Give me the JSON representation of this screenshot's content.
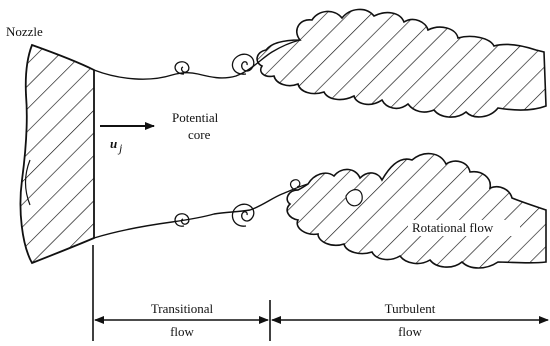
{
  "diagram": {
    "labels": {
      "nozzle": "Nozzle",
      "velocity": "u",
      "velocity_subscript": "j",
      "potential_core_line1": "Potential",
      "potential_core_line2": "core",
      "rotational_flow": "Rotational flow",
      "transitional_line1": "Transitional",
      "transitional_line2": "flow",
      "turbulent_line1": "Turbulent",
      "turbulent_line2": "flow"
    },
    "colors": {
      "ink": "#111111",
      "background": "#ffffff"
    }
  }
}
